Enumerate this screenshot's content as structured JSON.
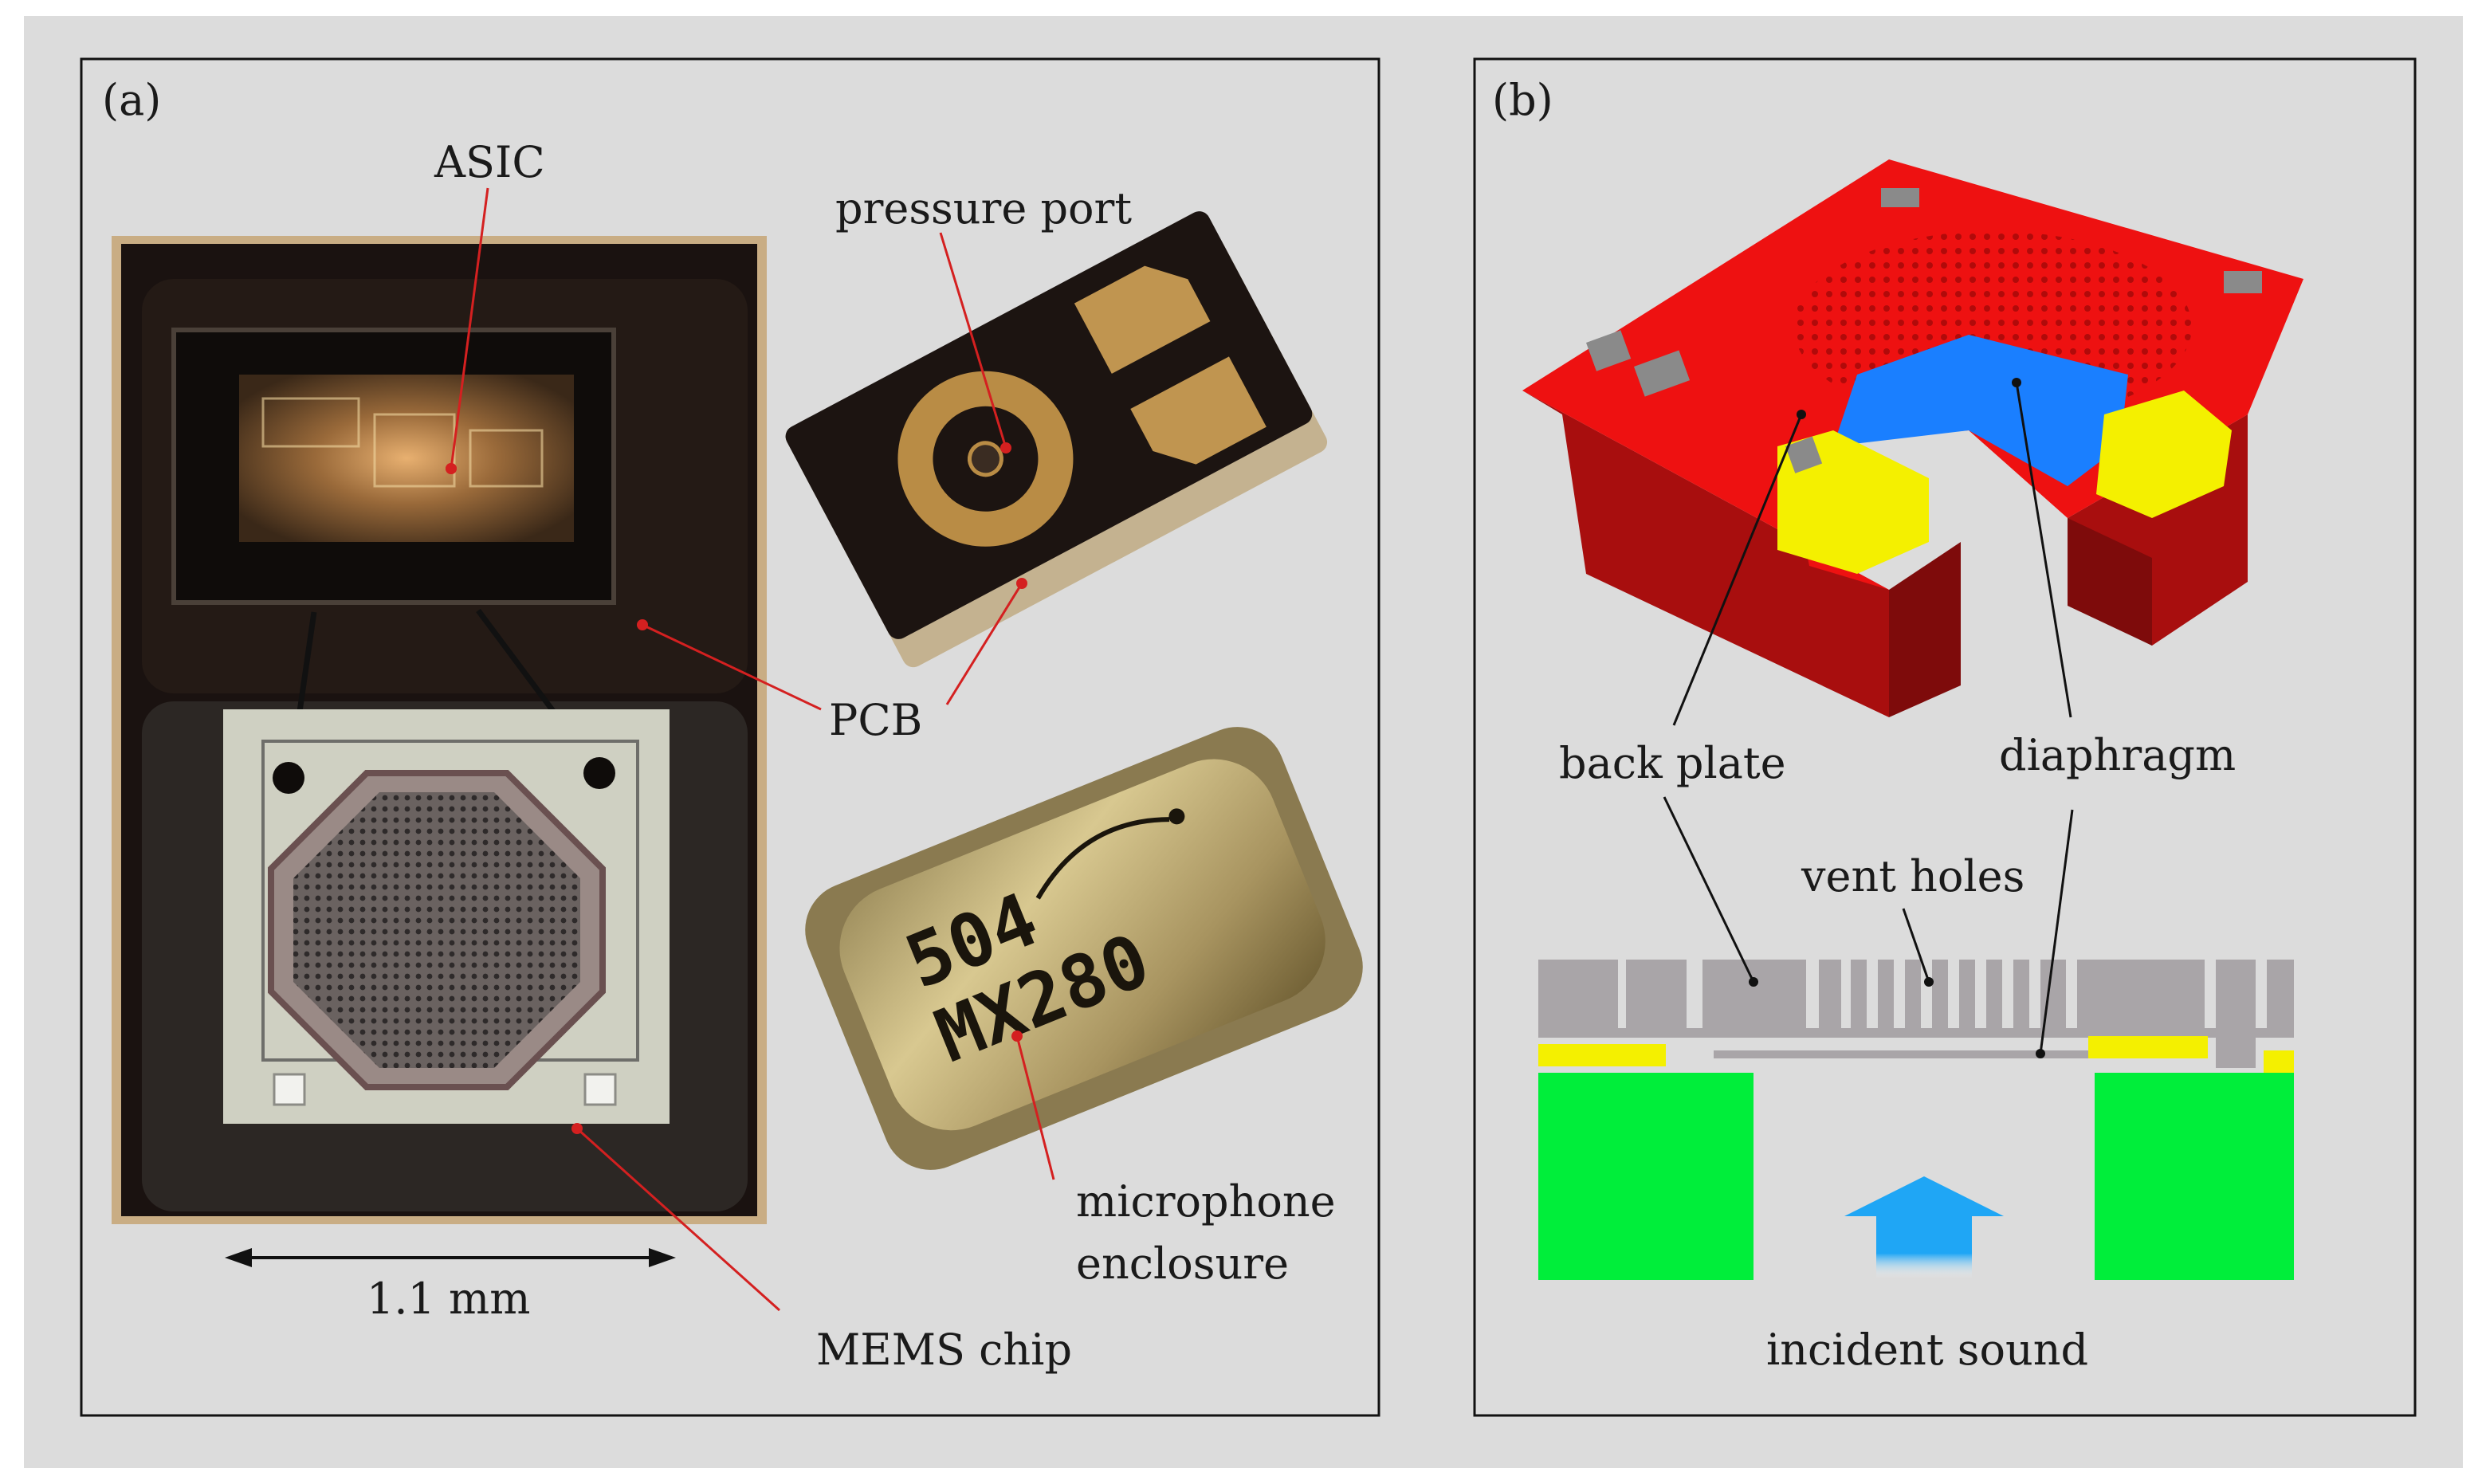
{
  "panels": {
    "a": {
      "tag": "(a)",
      "labels": {
        "asic": "ASIC",
        "pressure_port": "pressure port",
        "pcb": "PCB",
        "mems_chip": "MEMS chip",
        "scale": "1.1 mm",
        "microphone": "microphone",
        "enclosure": "enclosure"
      },
      "enclosure_marking": [
        "504",
        "MX280"
      ]
    },
    "b": {
      "tag": "(b)",
      "labels": {
        "back_plate": "back plate",
        "diaphragm": "diaphragm",
        "vent_holes": "vent holes",
        "incident_sound": "incident sound"
      }
    }
  },
  "colors": {
    "background": "#dcdcdc",
    "leader_red": "#d42020",
    "leader_black": "#111111",
    "substrate_red": "#ee1111",
    "substrate_side": "#a80e0e",
    "diaphragm_blue": "#1a7fff",
    "contact_yellow": "#f4f000",
    "backplate_gray": "#a9a5a8",
    "substrate_green": "#00ee3a",
    "arrow_blue": "#1fa6f5"
  }
}
